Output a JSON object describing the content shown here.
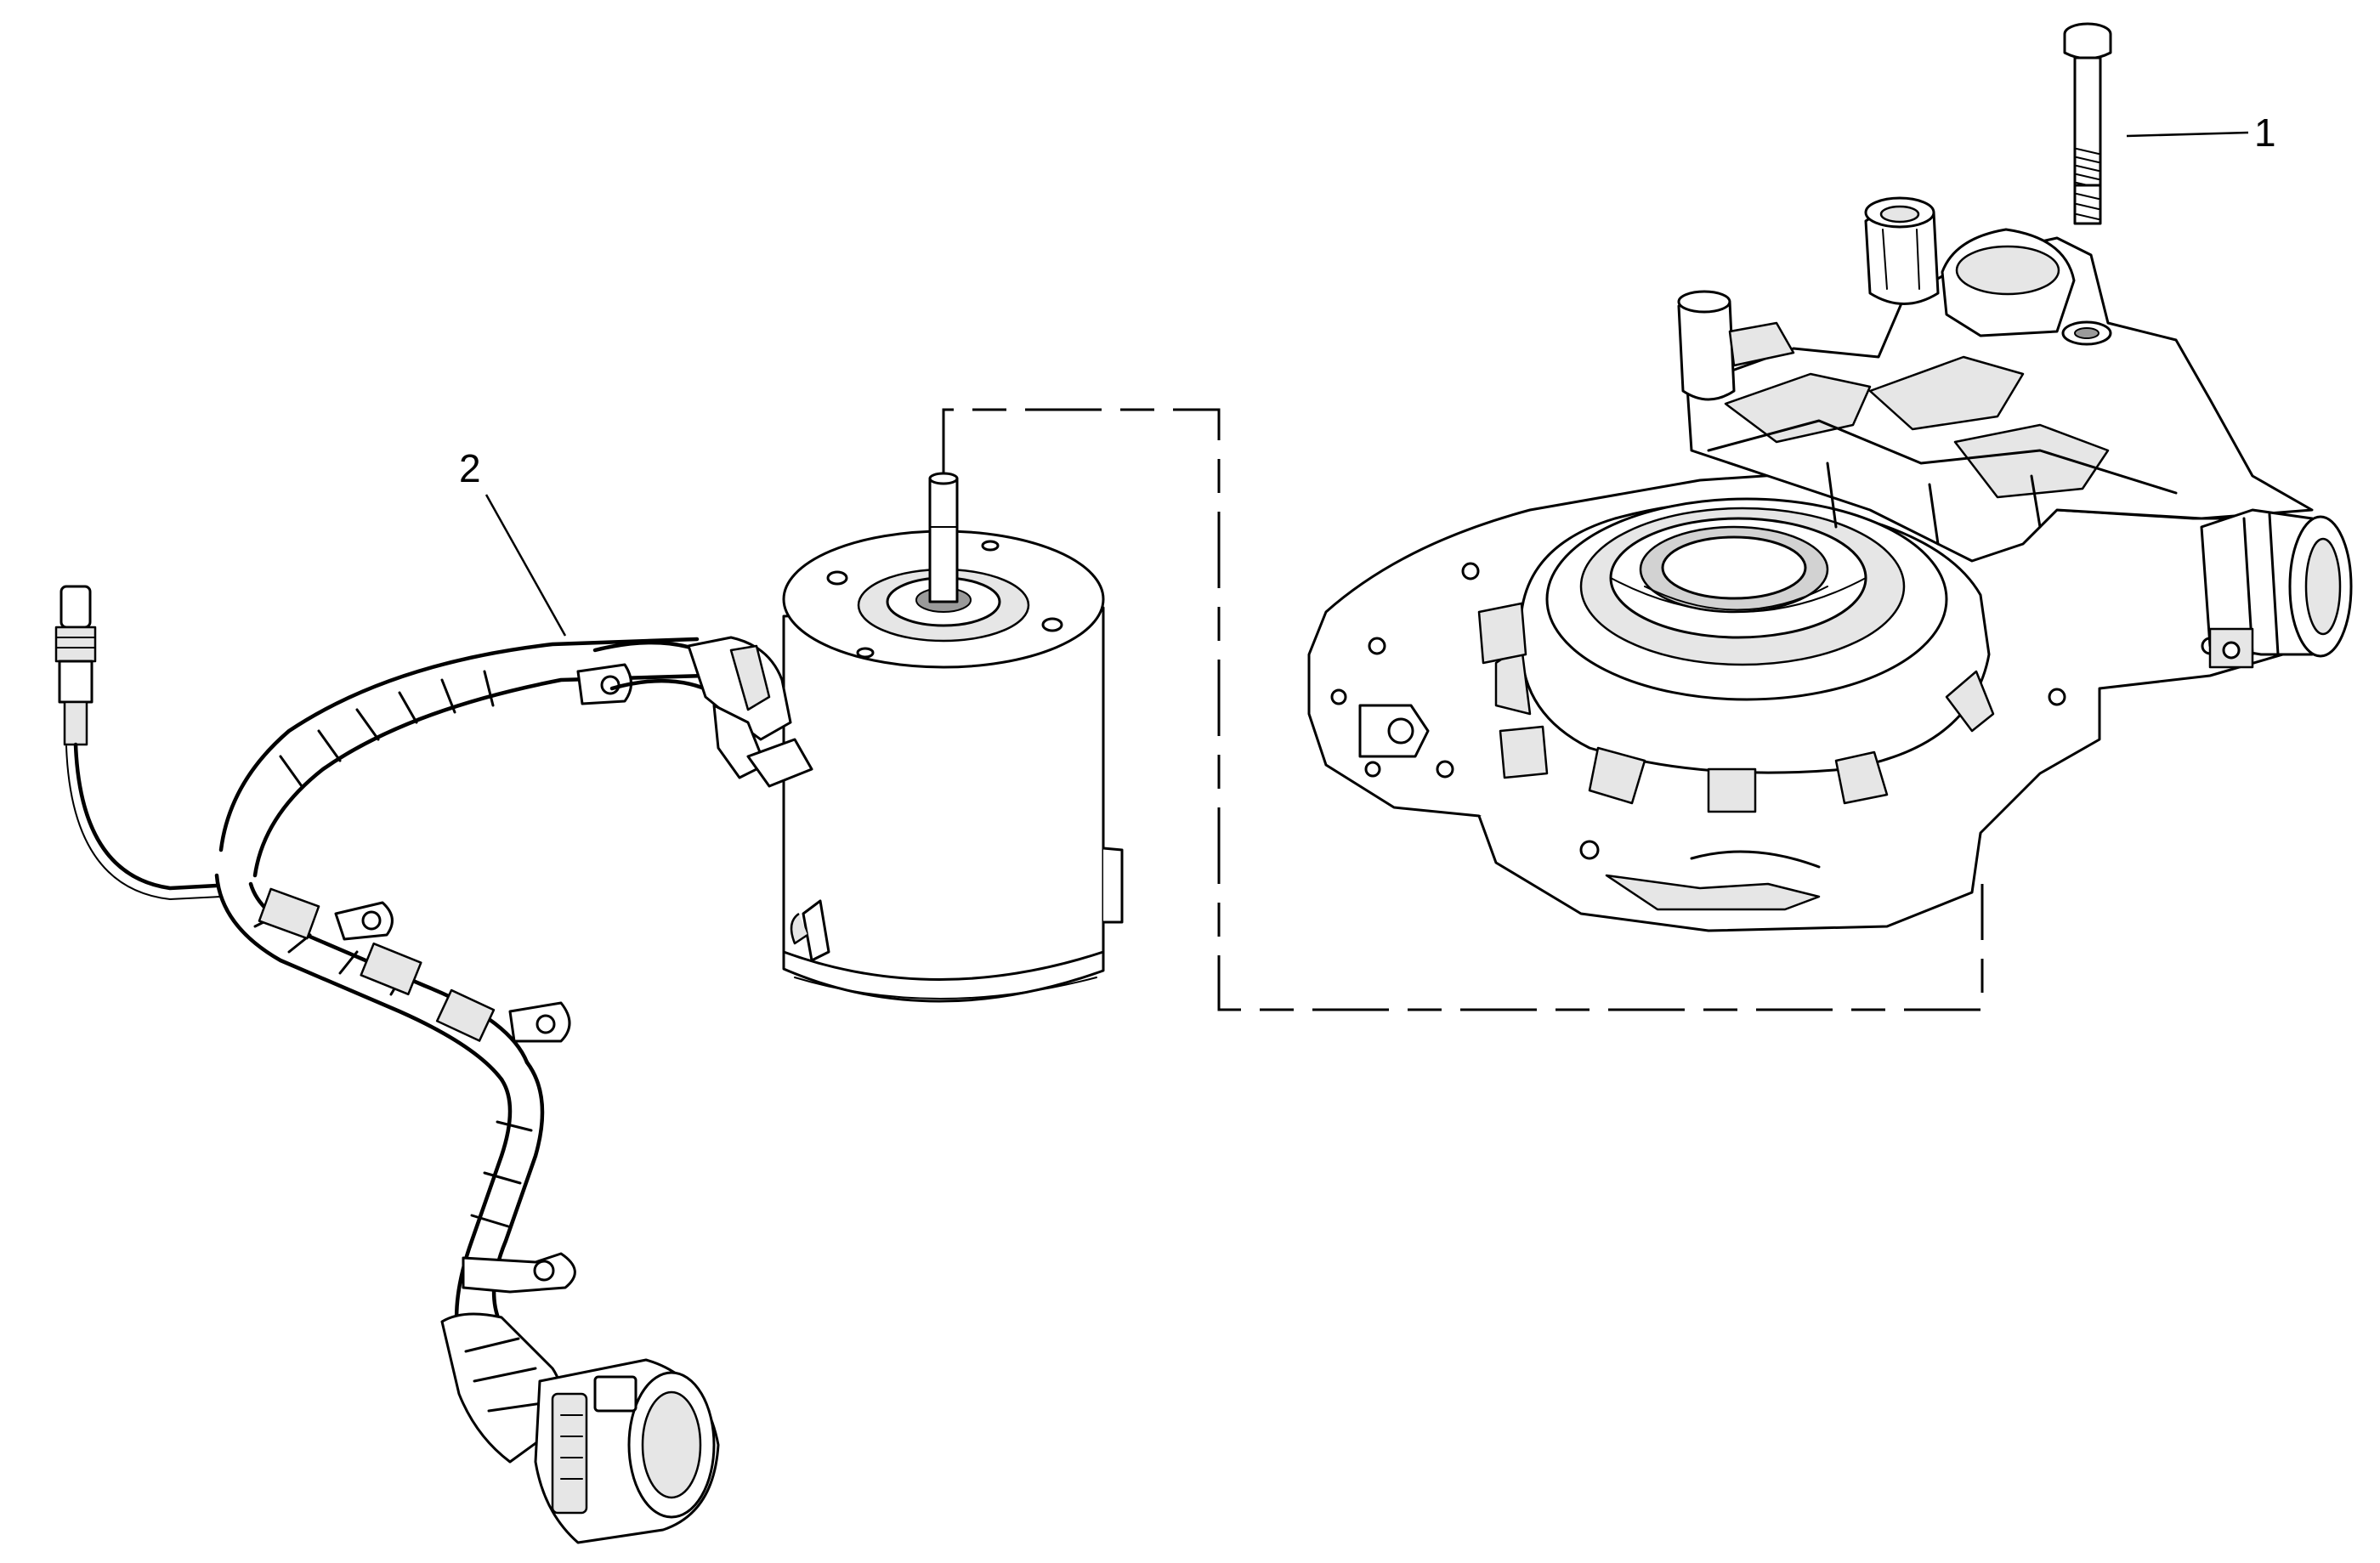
{
  "callouts": [
    {
      "id": "1",
      "label": "1",
      "part": "bolt"
    },
    {
      "id": "2",
      "label": "2",
      "part": "wiring-harness"
    }
  ],
  "colors": {
    "line": "#000000",
    "background": "#ffffff",
    "shade": "#e6e6e6"
  }
}
